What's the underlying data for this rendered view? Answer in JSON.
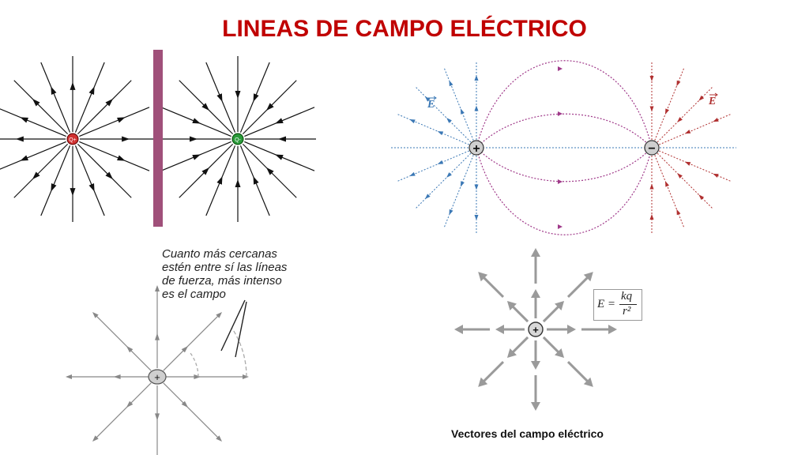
{
  "title": "LINEAS DE CAMPO ELÉCTRICO",
  "charges": {
    "left_q1": "Q+",
    "left_q2": "Q-",
    "positive": "+",
    "negative": "−"
  },
  "dipole": {
    "field_label_left": "E",
    "field_label_right": "E"
  },
  "note": "Cuanto más cercanas\nestén entre sí las líneas\nde fuerza, más intenso\nes el campo",
  "formula": {
    "lhs": "E =",
    "num": "kq",
    "den": "r²"
  },
  "caption": "Vectores del campo eléctrico",
  "colors": {
    "title": "#c00000",
    "positive_charge": "#d03030",
    "negative_charge": "#2a9a3a",
    "plate": "#a0507a",
    "dipole_positive_lines": "#3b78b5",
    "dipole_negative_lines": "#b03030",
    "dipole_connecting_lines": "#a03a8a"
  }
}
